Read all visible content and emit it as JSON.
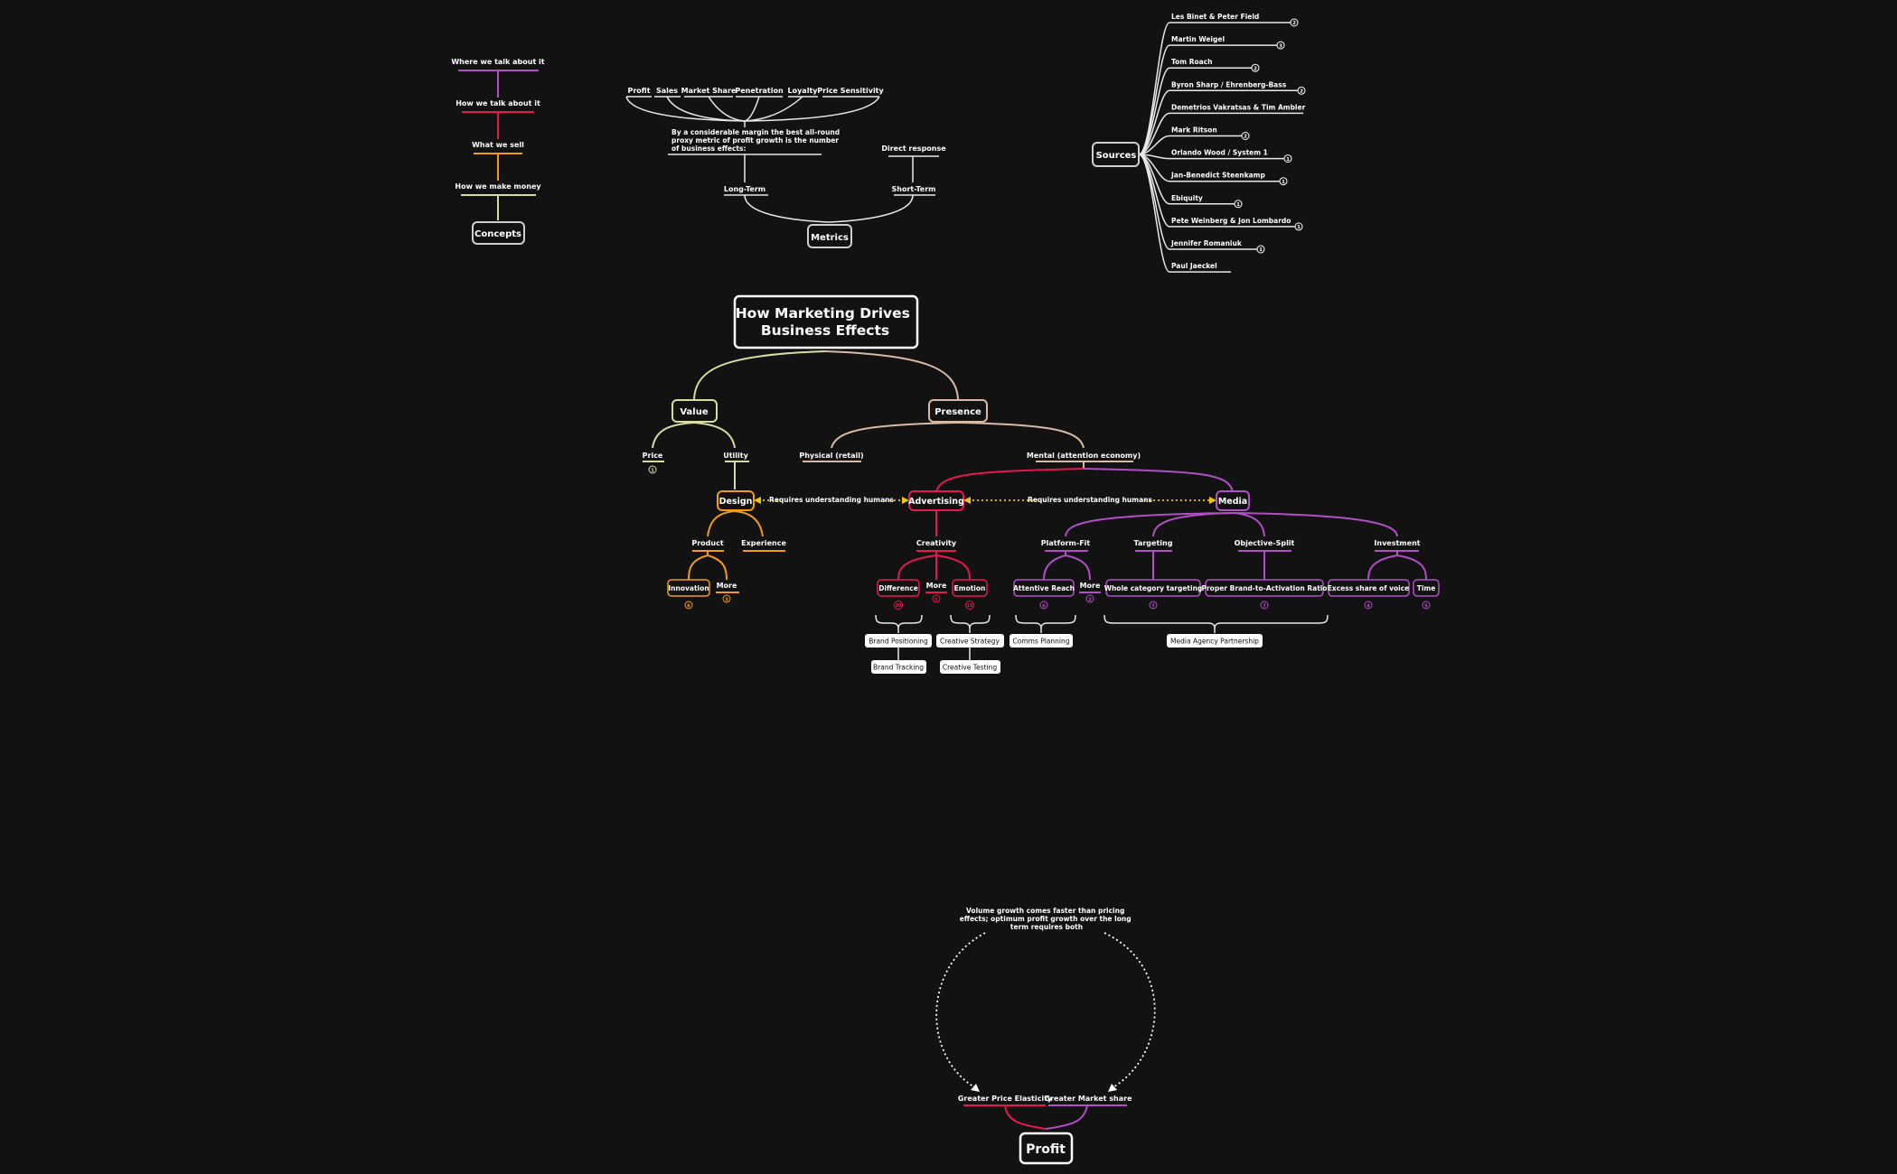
{
  "concepts": {
    "root": "Concepts",
    "items": [
      "Where we talk about it",
      "How we talk about it",
      "What we sell",
      "How we make money"
    ]
  },
  "metrics": {
    "root": "Metrics",
    "long_term": "Long-Term",
    "short_term": "Short-Term",
    "direct_response": "Direct response",
    "note_lines": [
      "By a considerable margin the best all-round",
      "proxy metric of profit growth is the number",
      "of business effects:"
    ],
    "effects": [
      "Profit",
      "Sales",
      "Market Share",
      "Penetration",
      "Loyalty",
      "Price Sensitivity"
    ]
  },
  "sources": {
    "root": "Sources",
    "items": [
      {
        "name": "Les Binet & Peter Field",
        "count": "2"
      },
      {
        "name": "Martin Weigel",
        "count": "3"
      },
      {
        "name": "Tom Roach",
        "count": "2"
      },
      {
        "name": "Byron Sharp / Ehrenberg-Bass",
        "count": "2"
      },
      {
        "name": "Demetrios Vakratsas & Tim Ambler",
        "count": ""
      },
      {
        "name": "Mark Ritson",
        "count": "2"
      },
      {
        "name": "Orlando Wood / System 1",
        "count": "1"
      },
      {
        "name": "Jan-Benedict Steenkamp",
        "count": "1"
      },
      {
        "name": "Ebiquity",
        "count": "1"
      },
      {
        "name": "Pete Weinberg & Jon Lombardo",
        "count": "1"
      },
      {
        "name": "Jennifer Romaniuk",
        "count": "1"
      },
      {
        "name": "Paul Jaeckel",
        "count": ""
      }
    ]
  },
  "main": {
    "title_lines": [
      "How Marketing Drives",
      "Business Effects"
    ],
    "value": "Value",
    "presence": "Presence",
    "price": "Price",
    "price_count": "1",
    "utility": "Utility",
    "physical": "Physical (retail)",
    "mental": "Mental (attention economy)",
    "design": "Design",
    "advertising": "Advertising",
    "media": "Media",
    "relation_label": "Requires understanding humans",
    "product": "Product",
    "experience": "Experience",
    "innovation": "Innovation",
    "innovation_count": "6",
    "more_label": "More",
    "design_more_count": "3",
    "creativity": "Creativity",
    "difference": "Difference",
    "difference_count": "10",
    "adv_more_count": "5",
    "emotion": "Emotion",
    "emotion_count": "10",
    "platform_fit": "Platform-Fit",
    "targeting": "Targeting",
    "objective_split": "Objective-Split",
    "investment": "Investment",
    "attentive_reach": "Attentive Reach",
    "attentive_count": "6",
    "media_more_count": "2",
    "whole_category": "Whole category targeting",
    "whole_count": "7",
    "ratio": "Proper Brand-to-Activation Ratio",
    "ratio_count": "7",
    "excess_voice": "Excess share of voice",
    "excess_count": "4",
    "time": "Time",
    "time_count": "5",
    "brand_positioning": "Brand Positioning",
    "brand_tracking": "Brand Tracking",
    "creative_strategy": "Creative Strategy",
    "creative_testing": "Creative Testing",
    "comms_planning": "Comms Planning",
    "media_agency": "Media Agency Partnership"
  },
  "profit": {
    "root": "Profit",
    "elasticity": "Greater Price Elasticity",
    "market_share": "Greater Market share",
    "note_lines": [
      "Volume growth comes faster than pricing",
      "effects; optimum profit growth over the long",
      "term requires both"
    ]
  },
  "colors": {
    "background": "#121212",
    "white": "#ffffff",
    "olive": "#d8dca0",
    "tan": "#d9b9a6",
    "orange": "#f39c12",
    "crimson": "#e8174f",
    "purple": "#b24fc6",
    "yellow": "#f1c40f"
  }
}
